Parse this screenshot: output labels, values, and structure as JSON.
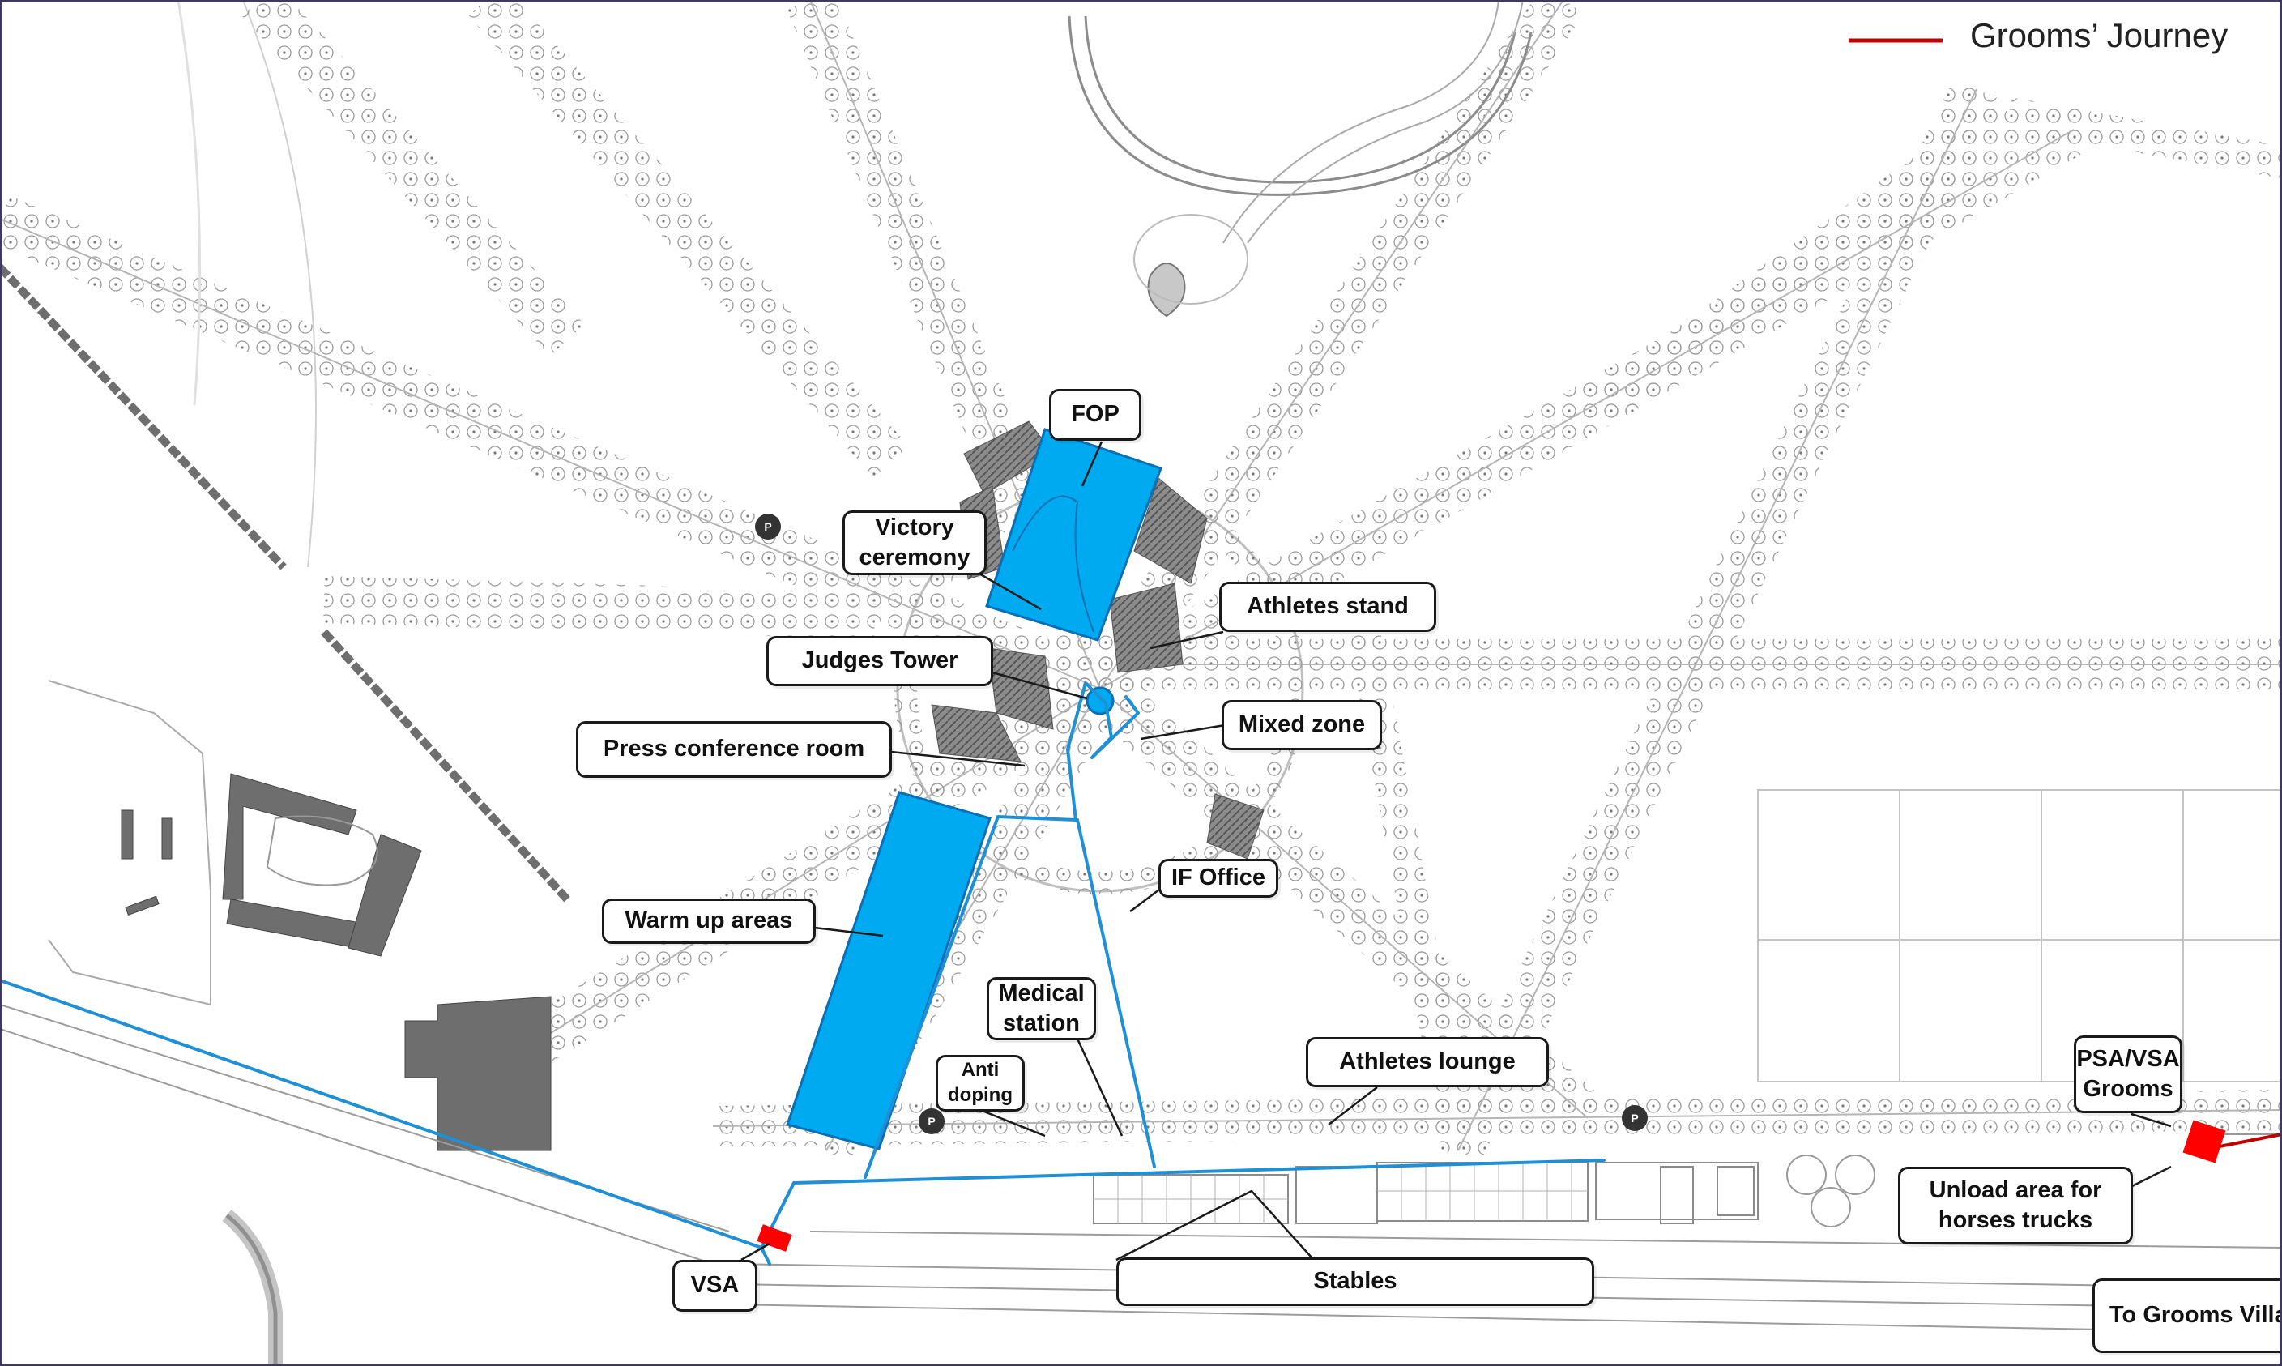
{
  "legend": {
    "label": "Grooms’ Journey",
    "line_color": "#c00000"
  },
  "colors": {
    "route": "#1f8fd6",
    "area_fill": "#00aaf0",
    "marker": "#ff0000"
  },
  "labels": {
    "fop": "FOP",
    "victory": "Victory\nceremony",
    "athletes_stand": "Athletes stand",
    "judges_tower": "Judges Tower",
    "mixed_zone": "Mixed zone",
    "press": "Press conference room",
    "if_office": "IF Office",
    "warmup": "Warm up areas",
    "medical": "Medical\nstation",
    "anti_doping": "Anti\ndoping",
    "athletes_lounge": "Athletes lounge",
    "psa_vsa": "PSA/VSA\nGrooms",
    "unload": "Unload area for\nhorses trucks",
    "vsa": "VSA",
    "stables": "Stables",
    "grooms_village": "To Grooms Villag",
    "parking_symbol": "P"
  }
}
